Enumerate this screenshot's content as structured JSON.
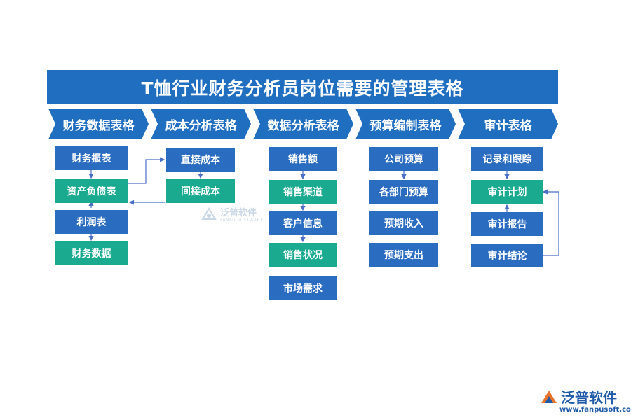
{
  "title": "T恤行业财务分析员岗位需要的管理表格",
  "columns": [
    {
      "header": "财务数据表格",
      "items": [
        "财务报表",
        "资产负债表",
        "利润表",
        "财务数据"
      ]
    },
    {
      "header": "成本分析表格",
      "items": [
        "直接成本",
        "间接成本"
      ]
    },
    {
      "header": "数据分析表格",
      "items": [
        "销售额",
        "销售渠道",
        "客户信息",
        "销售状况",
        "市场需求"
      ]
    },
    {
      "header": "预算编制表格",
      "items": [
        "公司预算",
        "各部门预算",
        "预期收入",
        "预期支出"
      ]
    },
    {
      "header": "审计表格",
      "items": [
        "记录和跟踪",
        "审计计划",
        "审计报告",
        "审计结论"
      ]
    }
  ],
  "watermark": {
    "name": "泛普软件",
    "sub": "FANPU SOFTWARE"
  },
  "logo": {
    "name": "泛普软件",
    "url": "www.fanpusoft.com"
  },
  "colors": {
    "header": "#1f6ec0",
    "blue_box": "#2a6cc0",
    "teal_box": "#1aaa90",
    "connector": "#4a6fc8"
  }
}
